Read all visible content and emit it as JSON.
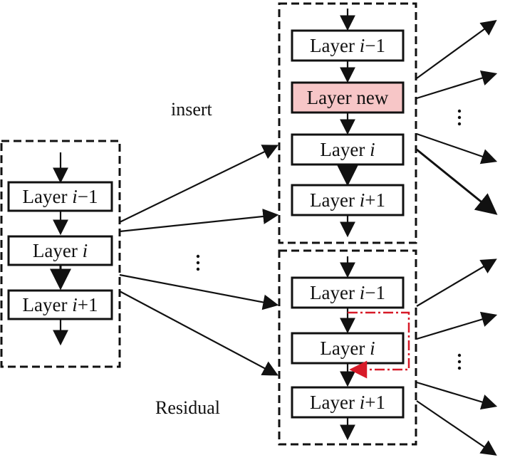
{
  "diagram": {
    "labels": {
      "insert": "insert",
      "residual": "Residual",
      "ellipsis": "⋮"
    },
    "left_stack": {
      "layers": [
        {
          "prefix": "Layer ",
          "var": "i",
          "suffix": "−1"
        },
        {
          "prefix": "Layer ",
          "var": "i",
          "suffix": ""
        },
        {
          "prefix": "Layer ",
          "var": "i",
          "suffix": "+1"
        }
      ]
    },
    "top_right_stack": {
      "layers": [
        {
          "prefix": "Layer ",
          "var": "i",
          "suffix": "−1"
        },
        {
          "text": "Layer new",
          "highlight": true
        },
        {
          "prefix": "Layer ",
          "var": "i",
          "suffix": ""
        },
        {
          "prefix": "Layer ",
          "var": "i",
          "suffix": "+1"
        }
      ]
    },
    "bottom_right_stack": {
      "layers": [
        {
          "prefix": "Layer ",
          "var": "i",
          "suffix": "−1"
        },
        {
          "prefix": "Layer ",
          "var": "i",
          "suffix": ""
        },
        {
          "prefix": "Layer ",
          "var": "i",
          "suffix": "+1"
        }
      ]
    },
    "colors": {
      "highlight_fill": "#f7c6c7",
      "residual_path": "#d71a28",
      "stroke": "#111111"
    }
  }
}
